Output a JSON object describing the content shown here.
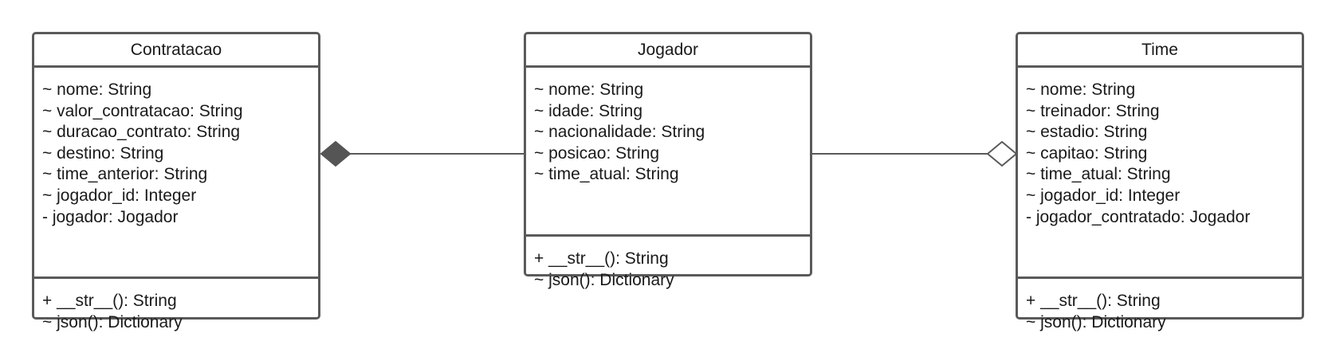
{
  "diagram": {
    "classes": [
      {
        "name": "Contratacao",
        "attributes": [
          "~ nome: String",
          "~ valor_contratacao: String",
          "~ duracao_contrato: String",
          "~ destino: String",
          "~ time_anterior: String",
          "~ jogador_id: Integer",
          "- jogador: Jogador"
        ],
        "methods": [
          "+ __str__(): String",
          "~ json(): Dictionary"
        ]
      },
      {
        "name": "Jogador",
        "attributes": [
          "~ nome: String",
          "~ idade: String",
          "~ nacionalidade: String",
          "~ posicao: String",
          "~ time_atual: String"
        ],
        "methods": [
          "+ __str__(): String",
          "~ json(): Dictionary"
        ]
      },
      {
        "name": "Time",
        "attributes": [
          "~ nome: String",
          "~ treinador: String",
          "~ estadio: String",
          "~ capitao: String",
          "~ time_atual: String",
          "~ jogador_id: Integer",
          "- jogador_contratado: Jogador"
        ],
        "methods": [
          "+ __str__(): String",
          "~ json(): Dictionary"
        ]
      }
    ],
    "relationships": [
      {
        "type": "composition",
        "whole": "Contratacao",
        "part": "Jogador"
      },
      {
        "type": "aggregation",
        "whole": "Time",
        "part": "Jogador"
      }
    ],
    "colors": {
      "stroke": "#5a5a5a",
      "text": "#1a1a1a",
      "background": "#ffffff"
    }
  }
}
